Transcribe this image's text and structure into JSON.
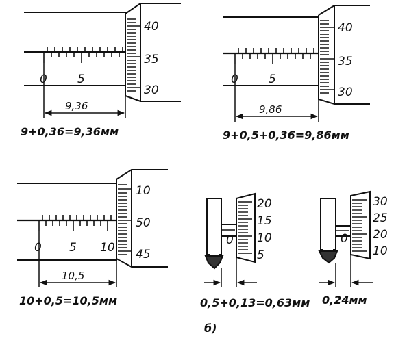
{
  "figure": {
    "part_label": "б)",
    "panels": [
      {
        "id": "a1",
        "caption": "9+0,36=9,36мм",
        "dimension_label": "9,36",
        "sleeve_labels": [
          "0",
          "5"
        ],
        "thimble_labels": [
          "40",
          "35",
          "30"
        ]
      },
      {
        "id": "a2",
        "caption": "9+0,5+0,36=9,86мм",
        "dimension_label": "9,86",
        "sleeve_labels": [
          "0",
          "5"
        ],
        "thimble_labels": [
          "40",
          "35",
          "30"
        ]
      },
      {
        "id": "a3",
        "caption": "10+0,5=10,5мм",
        "dimension_label": "10,5",
        "sleeve_labels": [
          "0",
          "5",
          "10"
        ],
        "thimble_labels": [
          "10",
          "50",
          "45"
        ]
      },
      {
        "id": "b1",
        "caption": "0,5+0,13=0,63мм",
        "sleeve_labels": [
          "0"
        ],
        "thimble_labels": [
          "20",
          "15",
          "10",
          "5"
        ]
      },
      {
        "id": "b2",
        "caption": "0,24мм",
        "sleeve_labels": [
          "0"
        ],
        "thimble_labels": [
          "30",
          "25",
          "20",
          "10"
        ]
      }
    ]
  }
}
